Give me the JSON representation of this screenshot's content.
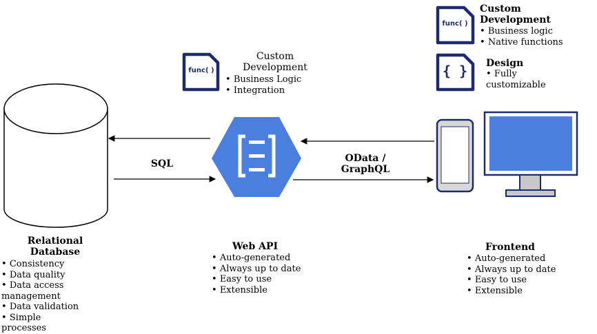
{
  "database": {
    "title": "Relational Database",
    "bullets": [
      "Consistency",
      "Data quality",
      "Data access management",
      "Data validation",
      "Simple processes"
    ]
  },
  "sql_label": "SQL",
  "web_api": {
    "title": "Web API",
    "bullets": [
      "Auto-generated",
      "Always up to date",
      "Easy to use",
      "Extensible"
    ],
    "custom_dev": {
      "title": "Custom Development",
      "bullets": [
        "Business Logic",
        "Integration"
      ],
      "icon_text": "func( )"
    }
  },
  "protocol_label": "OData / GraphQL",
  "frontend": {
    "title": "Frontend",
    "bullets": [
      "Auto-generated",
      "Always up to date",
      "Easy to use",
      "Extensible"
    ],
    "custom_dev": {
      "title": "Custom Development",
      "bullets": [
        "Business logic",
        "Native functions"
      ],
      "icon_text": "func( )"
    },
    "design": {
      "title": "Design",
      "bullets": [
        "Fully customizable"
      ],
      "icon_text": "{ }"
    }
  },
  "colors": {
    "navy": "#1c2a6e",
    "api_blue": "#4a7fe0",
    "screen_blue": "#4a7fe0",
    "gray": "#c8c8c8"
  }
}
